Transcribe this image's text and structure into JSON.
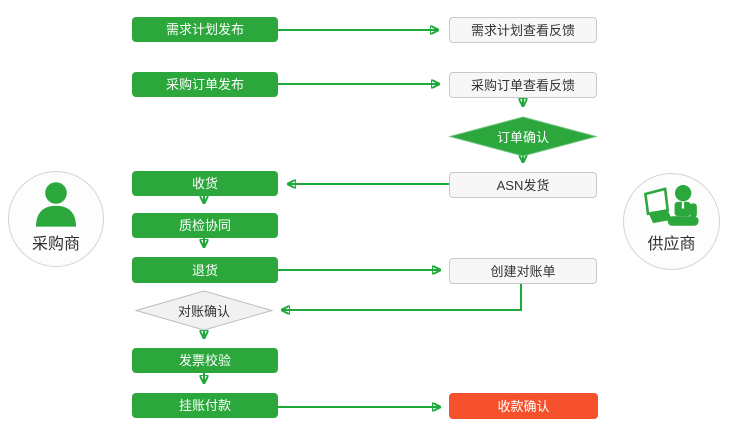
{
  "colors": {
    "green": "#2ba73c",
    "arrow-green": "#1fa83c",
    "red": "#f4512c",
    "green-diamond-edge": "#6ec47d",
    "light-box-bg": "#f7f7f7",
    "light-box-border": "#c9c9c9",
    "diamond-gray-bg": "#f1f1f2",
    "diamond-gray-border": "#bdbdbd",
    "circle-border": "#d4d4d4",
    "text-dark": "#333333",
    "text-white": "#ffffff"
  },
  "actors": {
    "buyer": {
      "label": "采购商"
    },
    "supplier": {
      "label": "供应商"
    }
  },
  "nodes": {
    "demand_plan_publish": {
      "label": "需求计划发布"
    },
    "demand_plan_feedback": {
      "label": "需求计划查看反馈"
    },
    "po_publish": {
      "label": "采购订单发布"
    },
    "po_feedback": {
      "label": "采购订单查看反馈"
    },
    "order_confirm": {
      "label": "订单确认"
    },
    "asn_ship": {
      "label": "ASN发货"
    },
    "receive_goods": {
      "label": "收货"
    },
    "quality_check": {
      "label": "质检协同"
    },
    "return_goods": {
      "label": "退货"
    },
    "create_statement": {
      "label": "创建对账单"
    },
    "reconcile_confirm": {
      "label": "对账确认"
    },
    "invoice_verify": {
      "label": "发票校验"
    },
    "payment_on_account": {
      "label": "挂账付款"
    },
    "receipt_confirm": {
      "label": "收款确认"
    }
  }
}
